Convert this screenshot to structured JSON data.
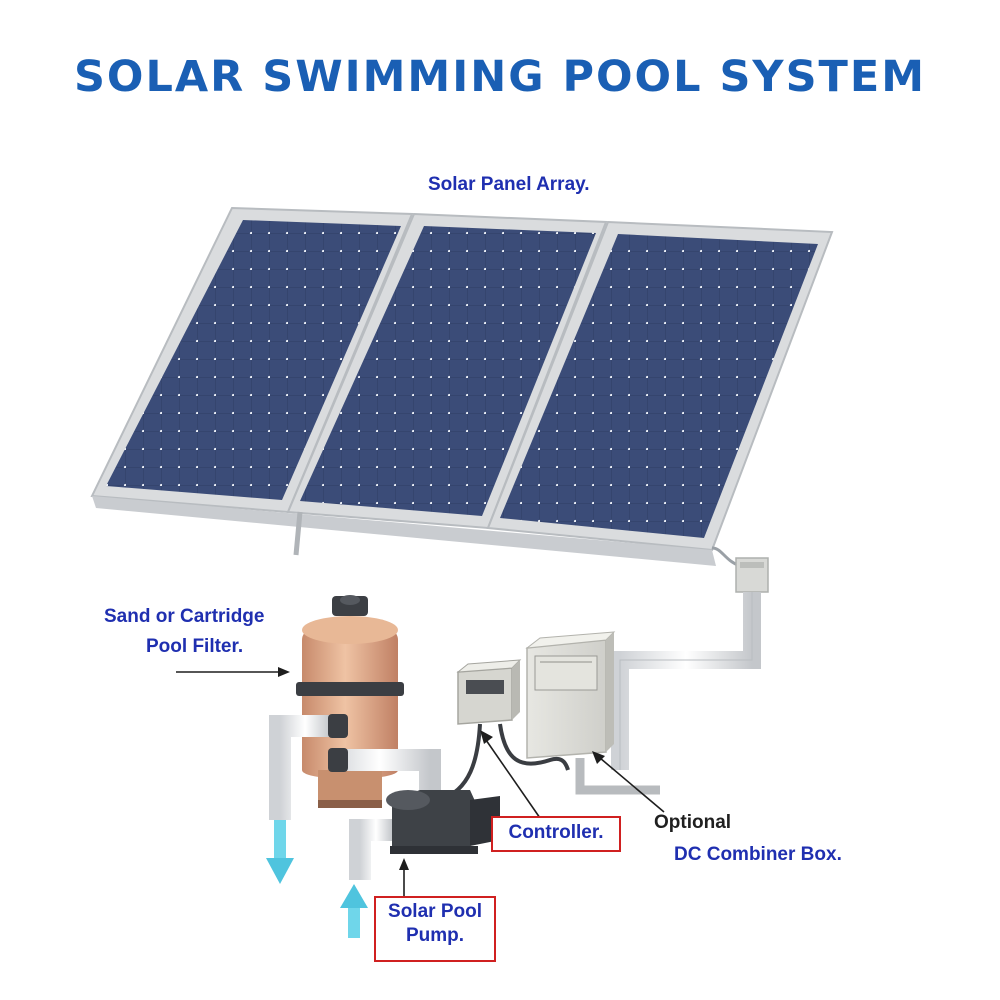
{
  "title": "SOLAR SWIMMING POOL SYSTEM",
  "labels": {
    "panel_array": "Solar Panel Array.",
    "filter_line1": "Sand or Cartridge",
    "filter_line2": "Pool Filter.",
    "controller": "Controller.",
    "optional": "Optional",
    "combiner": "DC Combiner Box.",
    "pump_line1": "Solar Pool",
    "pump_line2": "Pump."
  },
  "colors": {
    "title": "#1a5fb4",
    "label_blue": "#1f2fb0",
    "box_border": "#d02020",
    "panel_cell": "#35456e",
    "panel_frame": "#d8dadc",
    "filter_body": "#d9a383",
    "water_arrow": "#5fd0e8"
  }
}
